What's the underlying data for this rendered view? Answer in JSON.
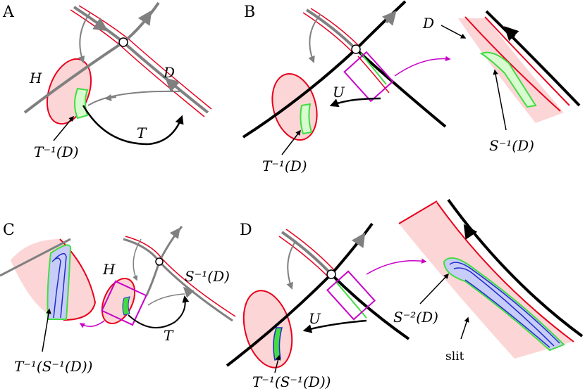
{
  "panels": {
    "a": {
      "letter": "A",
      "H": "H",
      "D": "D",
      "T": "T",
      "tinv_d": "T⁻¹(D)"
    },
    "b": {
      "letter": "B",
      "U": "U",
      "D": "D",
      "sinv_d": "S⁻¹(D)",
      "tinv_d": "T⁻¹(D)"
    },
    "c": {
      "letter": "C",
      "H": "H",
      "sinv_d": "S⁻¹(D)",
      "T": "T",
      "tinv_sinv_d": "T⁻¹(S⁻¹(D))"
    },
    "d": {
      "letter": "D",
      "U": "U",
      "s2_d": "S⁻²(D)",
      "slit": "slit",
      "tinv_sinv_d": "T⁻¹(S⁻¹(D))"
    }
  },
  "colors": {
    "pink_fill": "#fcd6d6",
    "red": "#e8001c",
    "green": "#42dc42",
    "light_green": "#d8fcd0",
    "blue": "#1f2dc8",
    "light_blue": "#c8ccf8",
    "gray": "#808080",
    "magenta": "#c800c8",
    "black": "#000000"
  }
}
